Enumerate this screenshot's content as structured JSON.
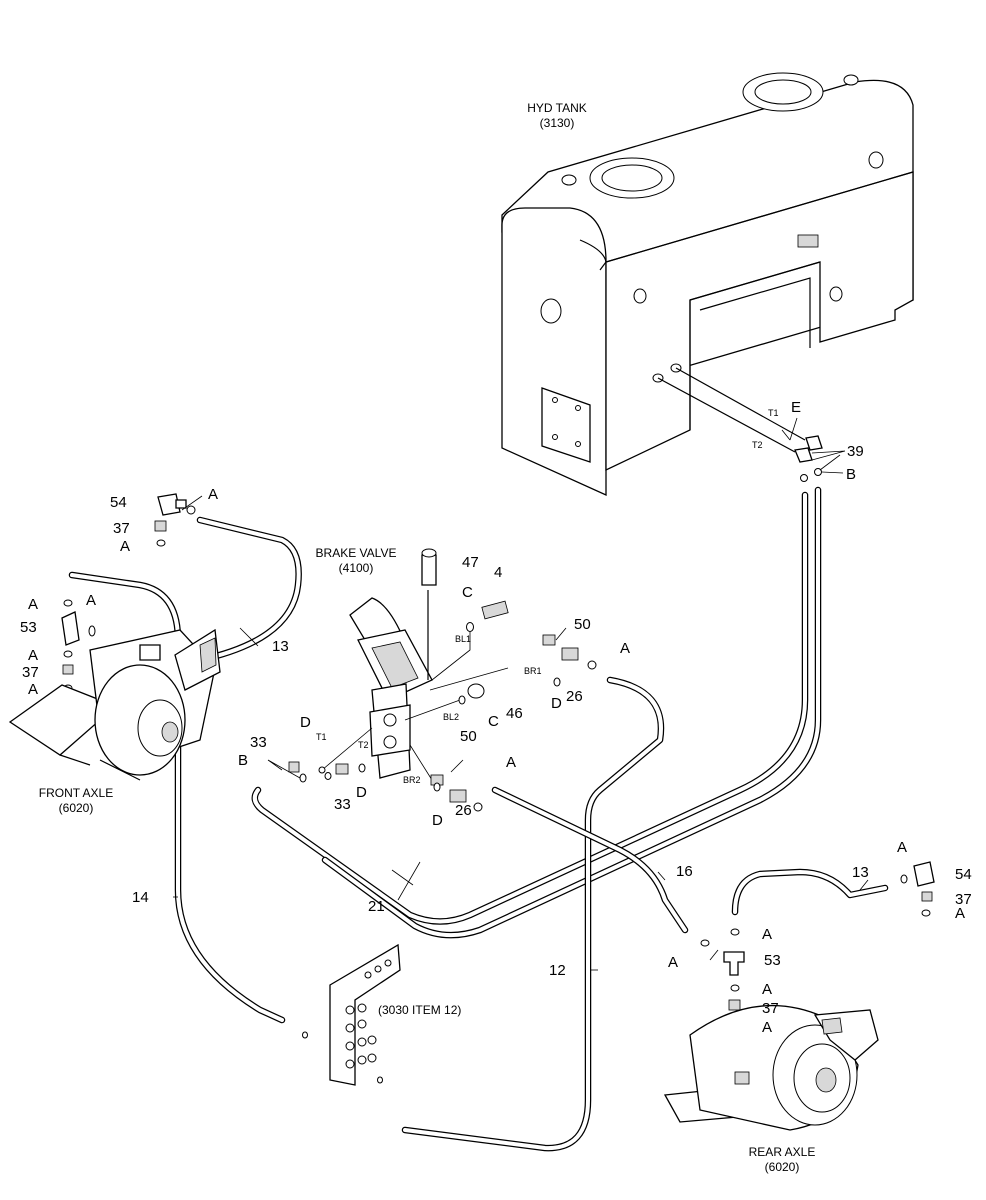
{
  "components": {
    "hyd_tank": {
      "name": "HYD TANK",
      "ref": "(3130)"
    },
    "brake_valve": {
      "name": "BRAKE VALVE",
      "ref": "(4100)"
    },
    "front_axle": {
      "name": "FRONT AXLE",
      "ref": "(6020)"
    },
    "rear_axle": {
      "name": "REAR AXLE",
      "ref": "(6020)"
    },
    "manifold": {
      "name": "(3030 ITEM 12)"
    }
  },
  "callouts": {
    "c54a": "54",
    "cA1": "A",
    "c37a": "37",
    "cA2": "A",
    "cA3": "A",
    "cA4": "A",
    "c53a": "53",
    "cA5": "A",
    "c37b": "37",
    "cA6": "A",
    "c13a": "13",
    "c47": "47",
    "c4": "4",
    "cC1": "C",
    "c50a": "50",
    "cAa": "A",
    "c26a": "26",
    "cD1": "D",
    "cC2": "C",
    "c46": "46",
    "cD2": "D",
    "c33a": "33",
    "cB1": "B",
    "c33b": "33",
    "cD3": "D",
    "c50b": "50",
    "cAb": "A",
    "c26b": "26",
    "cD4": "D",
    "c14": "14",
    "c21": "21",
    "c16": "16",
    "c12": "12",
    "cE": "E",
    "c39": "39",
    "cB2": "B",
    "cA7": "A",
    "c54b": "54",
    "c13b": "13",
    "c37c": "37",
    "cA8": "A",
    "cA9": "A",
    "cA10": "A",
    "c53b": "53",
    "cA11": "A",
    "c37d": "37",
    "cA12": "A"
  },
  "ports": {
    "t1_tank": "T1",
    "t2_tank": "T2",
    "bl1": "BL1",
    "br1": "BR1",
    "bl2": "BL2",
    "br2": "BR2",
    "t1_valve": "T1",
    "t2_valve": "T2"
  }
}
